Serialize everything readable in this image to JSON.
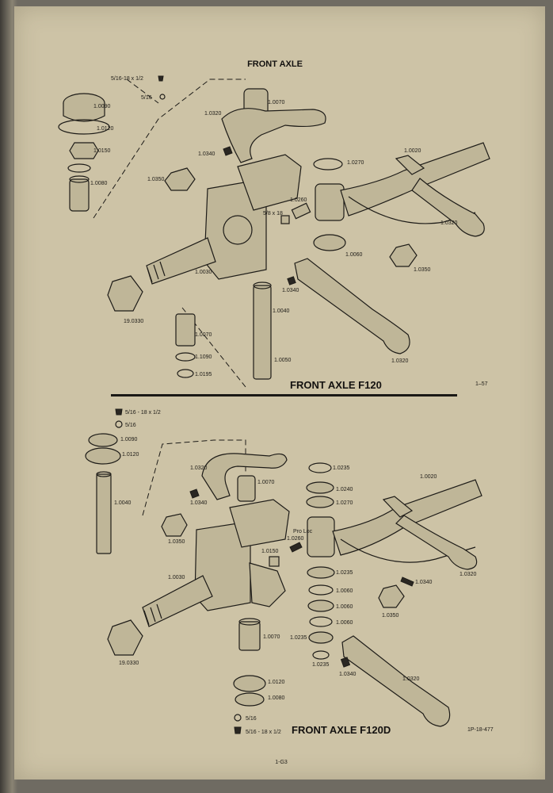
{
  "header": {
    "title": "FRONT AXLE"
  },
  "diagram_top": {
    "title": "FRONT AXLE  F120",
    "ref": "1–57",
    "labels": [
      "5/16-18 x 1/2",
      "5/16",
      "1.0090",
      "1.0120",
      "1.0150",
      "1.0080",
      "1.0320",
      "1.0070",
      "1.0340",
      "1.0350",
      "1.0270",
      "1.0020",
      "5/8 x 18",
      "1.0260",
      "1.0320",
      "1.0060",
      "1.0350",
      "1.0030",
      "1.0340",
      "19.0330",
      "1.0040",
      "1.0070",
      "1.1090",
      "1.0195",
      "1.0050",
      "1.0320"
    ]
  },
  "diagram_bottom": {
    "title": "FRONT AXLE  F120D",
    "ref": "1P-18-477",
    "labels": [
      "5/16 - 18 x 1/2",
      "5/16",
      "1.0090",
      "1.0120",
      "1.0320",
      "1.0070",
      "1.0040",
      "1.0340",
      "1.0350",
      "1.0030",
      "1.0150",
      "Pro Loc",
      "1.0260",
      "1.0235",
      "1.0240",
      "1.0270",
      "1.0020",
      "1.0235",
      "1.0060",
      "1.0060",
      "1.0060",
      "1.0235",
      "1.0235",
      "1.0340",
      "1.0350",
      "1.0320",
      "19.0330",
      "1.0070",
      "1.0340",
      "1.0320",
      "1.0120",
      "1.0080",
      "5/16",
      "5/16 - 18 x 1/2"
    ]
  },
  "footer": {
    "page_number": "1-G3"
  }
}
